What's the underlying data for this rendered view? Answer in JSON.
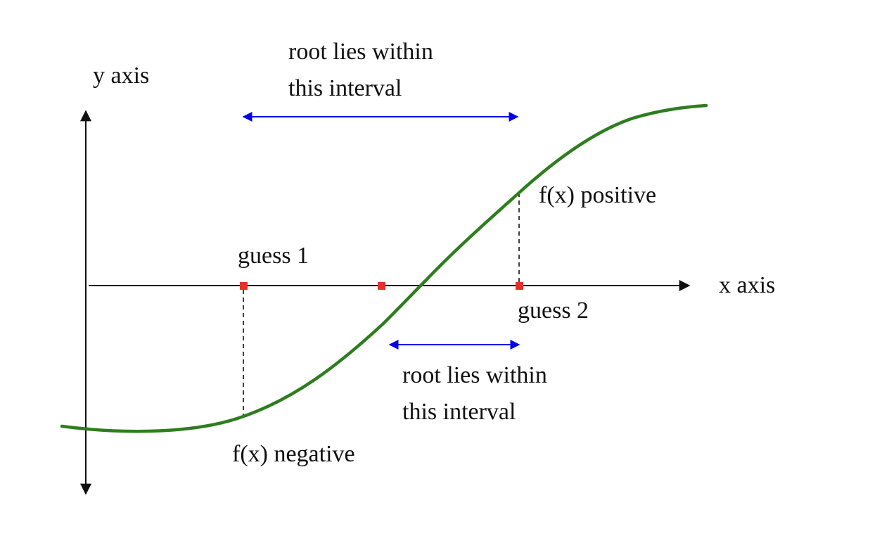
{
  "labels": {
    "y_axis": "y axis",
    "x_axis": "x axis",
    "top_interval_line1": "root lies within",
    "top_interval_line2": "this interval",
    "bottom_interval_line1": "root lies within",
    "bottom_interval_line2": "this interval",
    "fx_positive": "f(x) positive",
    "fx_negative": "f(x) negative",
    "guess_1": "guess 1",
    "guess_2": "guess 2"
  },
  "colors": {
    "curve": "#2e7d1f",
    "interval_arrow": "#0000ee",
    "guess_point": "#e8302a",
    "axis": "#111111",
    "dashed_line": "#111111"
  }
}
